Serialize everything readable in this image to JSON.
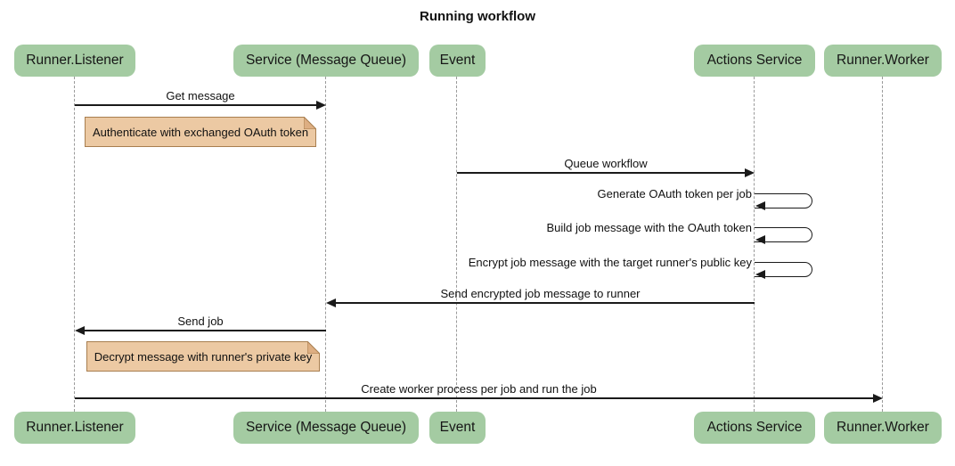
{
  "title": "Running workflow",
  "diagram_type": "sequence-diagram",
  "actors": [
    {
      "id": "runner-listener",
      "label": "Runner.Listener"
    },
    {
      "id": "service-message-queue",
      "label": "Service (Message Queue)"
    },
    {
      "id": "event",
      "label": "Event"
    },
    {
      "id": "actions-service",
      "label": "Actions Service"
    },
    {
      "id": "runner-worker",
      "label": "Runner.Worker"
    }
  ],
  "messages": [
    {
      "from": "Runner.Listener",
      "to": "Service (Message Queue)",
      "label": "Get message"
    },
    {
      "from": "Event",
      "to": "Actions Service",
      "label": "Queue workflow"
    },
    {
      "from": "Actions Service",
      "to": "Actions Service",
      "label": "Generate OAuth token per job"
    },
    {
      "from": "Actions Service",
      "to": "Actions Service",
      "label": "Build job message with the OAuth token"
    },
    {
      "from": "Actions Service",
      "to": "Actions Service",
      "label": "Encrypt job message with the target runner's public key"
    },
    {
      "from": "Actions Service",
      "to": "Service (Message Queue)",
      "label": "Send encrypted job message to runner"
    },
    {
      "from": "Service (Message Queue)",
      "to": "Runner.Listener",
      "label": "Send job"
    },
    {
      "from": "Runner.Listener",
      "to": "Runner.Worker",
      "label": "Create worker process per job and run the job"
    }
  ],
  "notes": [
    {
      "over": "Runner.Listener",
      "text": "Authenticate with exchanged OAuth token"
    },
    {
      "over": "Runner.Listener",
      "text": "Decrypt message with runner's private key"
    }
  ],
  "colors": {
    "actor_fill": "#A4CBA2",
    "note_fill": "#ECC9A3",
    "note_border": "#A87E4F",
    "note_fold": "#DDAE82",
    "lifeline": "#9A9A9A",
    "arrow": "#1A1A1A",
    "background": "#FFFFFF"
  }
}
